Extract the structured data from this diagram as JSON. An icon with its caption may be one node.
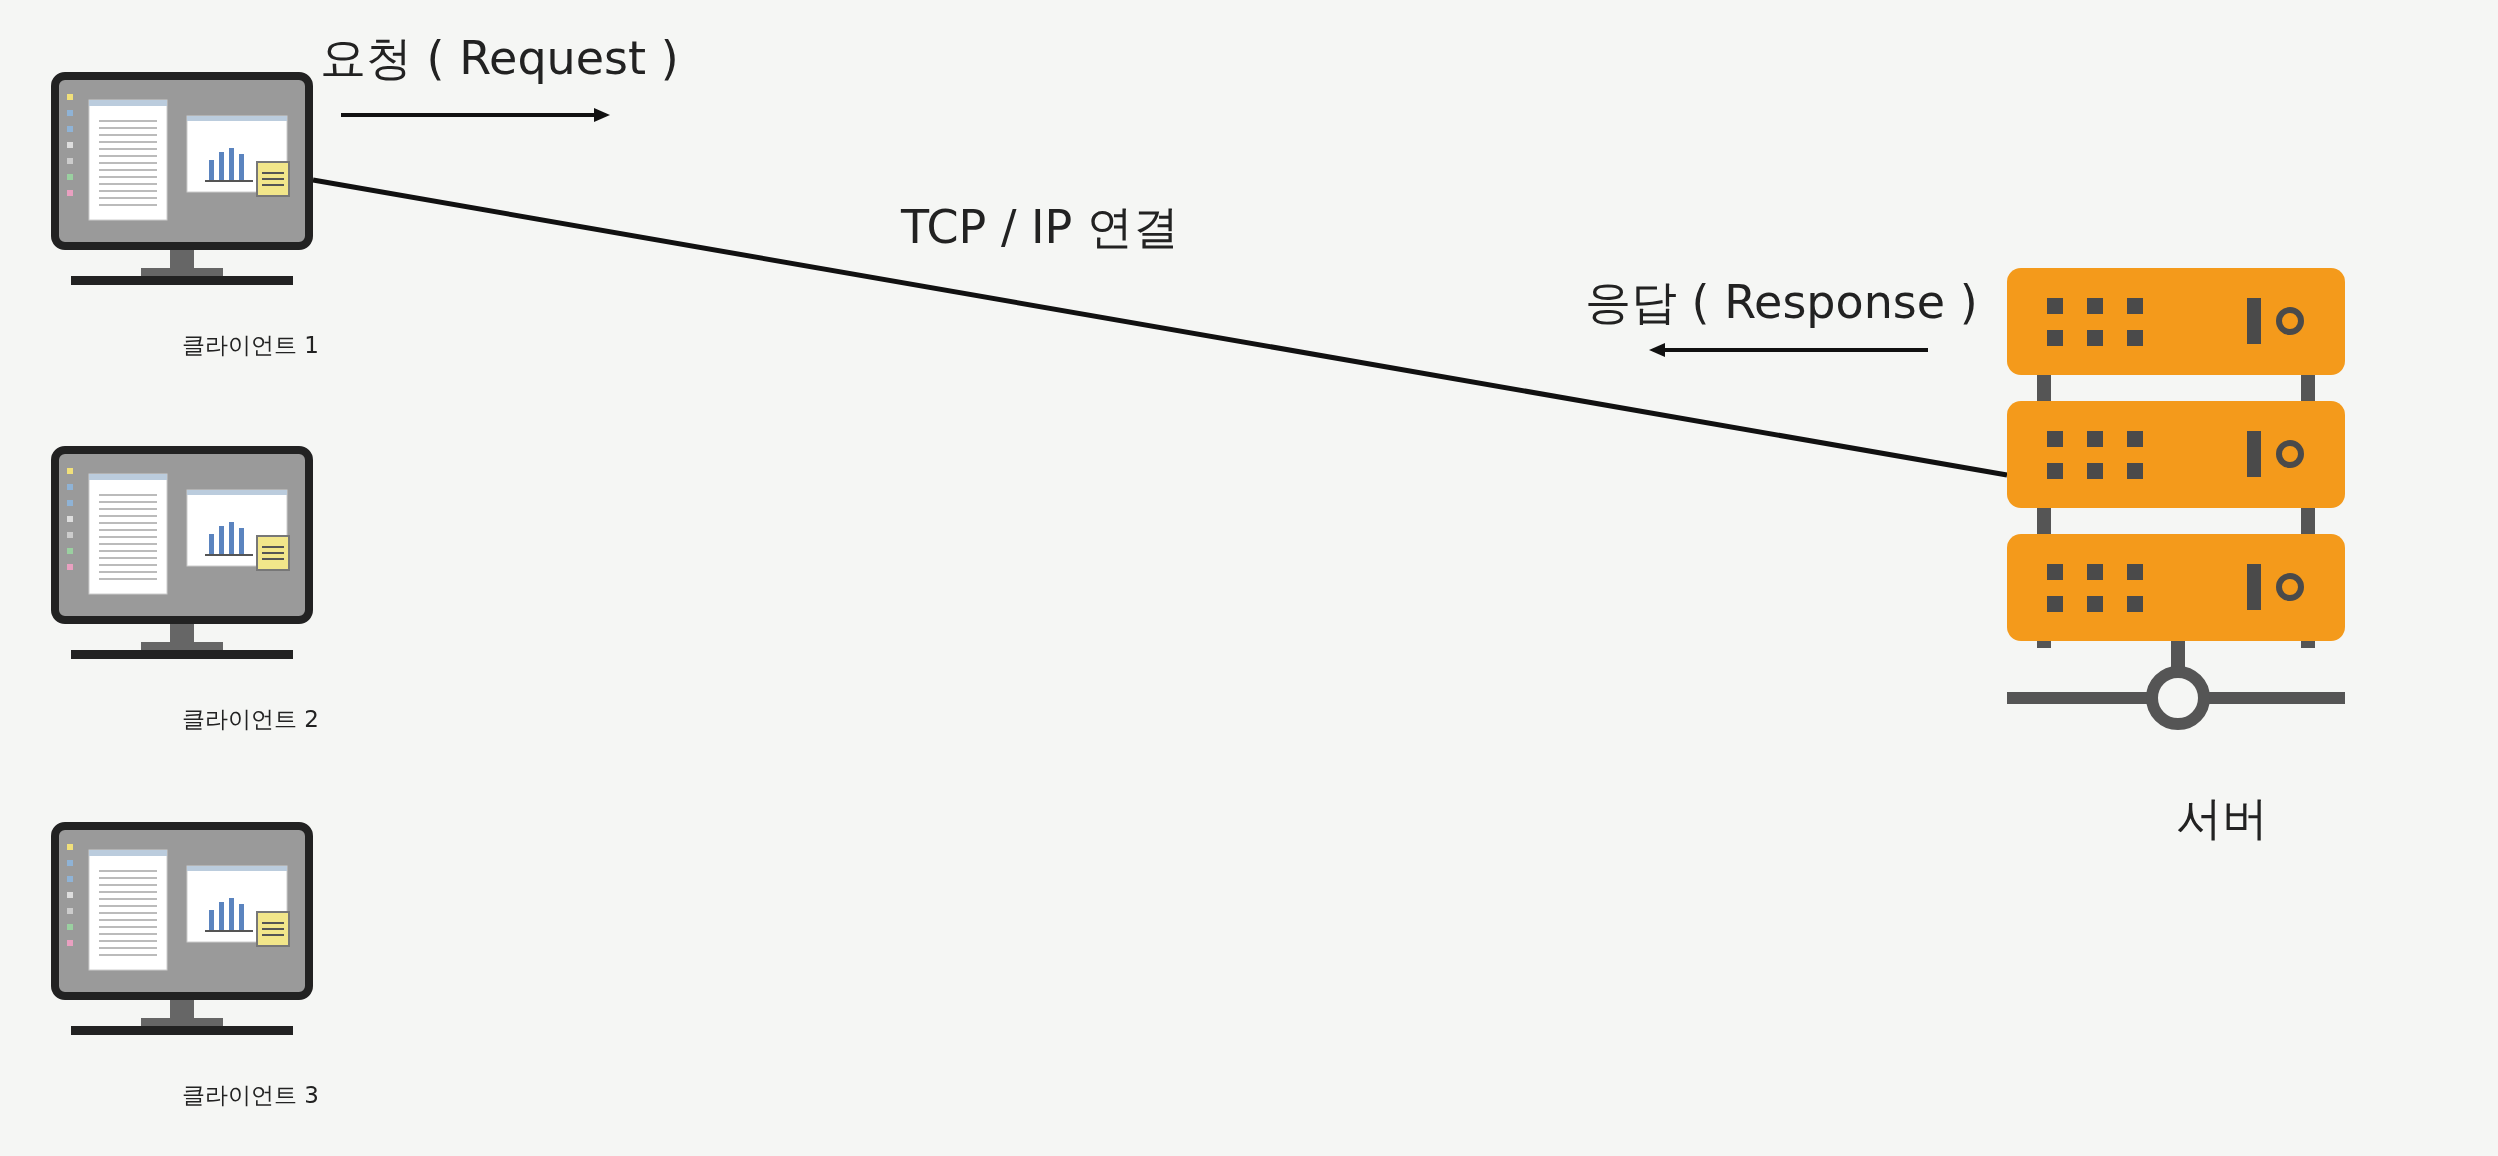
{
  "diagram": {
    "nodes": [
      {
        "text": [
          "클라이언트 1"
        ]
      },
      {
        "text": [
          "클라이언트 2"
        ]
      },
      {
        "text": [
          "클라이언트 3"
        ]
      },
      {
        "text": [
          "서버"
        ]
      }
    ],
    "edges": [
      {
        "from": 0,
        "to": 3,
        "arrow": "none",
        "label": "TCP / IP 연결"
      }
    ],
    "labels": [
      "요청 ( Request )",
      "응답 ( Response )"
    ]
  }
}
